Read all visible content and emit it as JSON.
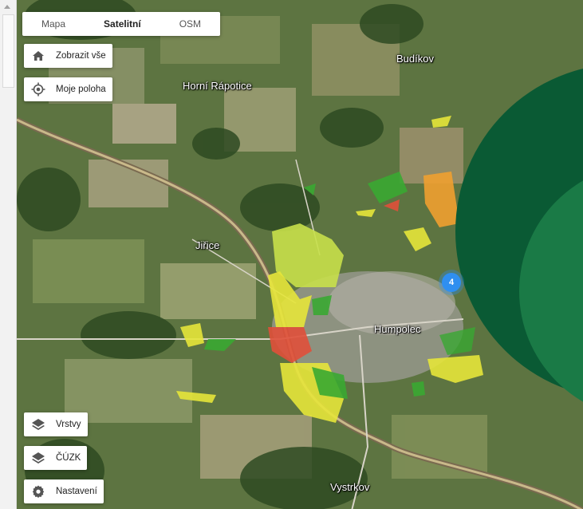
{
  "map_types": {
    "items": [
      "Mapa",
      "Satelitní",
      "OSM"
    ],
    "active": "Satelitní"
  },
  "controls": {
    "show_all": "Zobrazit vše",
    "my_location": "Moje poloha",
    "layers": "Vrstvy",
    "cuzk": "ČÚZK",
    "settings": "Nastavení"
  },
  "places": {
    "budikov": "Budíkov",
    "horni_rapotice": "Horní Rápotice",
    "jirice": "Jiřice",
    "humpolec": "Humpolec",
    "vystrkov": "Vystrkov"
  },
  "cluster_count": "4",
  "colors": {
    "dark_green": "#0a5a34",
    "mid_green": "#1a7a46",
    "parcel_yellow": "#e6e63a",
    "parcel_lime": "#c8e04a",
    "parcel_orange": "#f0a030",
    "parcel_red": "#e0503a",
    "parcel_green": "#3aa832",
    "cluster_blue": "#2f8ff0"
  },
  "icons": {
    "home": "home-icon",
    "target": "crosshair-icon",
    "layers": "layers-icon",
    "gear": "gear-icon"
  }
}
